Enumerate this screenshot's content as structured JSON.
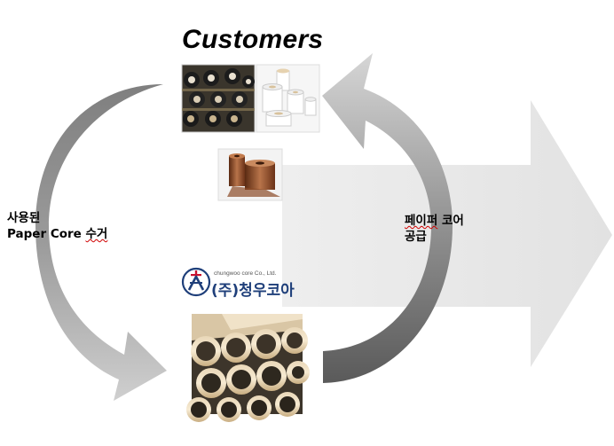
{
  "title": "Customers",
  "left_label": {
    "line1": "사용된",
    "line2_prefix": "Paper Core ",
    "line2_suffix": "수거"
  },
  "right_label": {
    "line1_prefix": "페이퍼",
    "line1_suffix": " 코어",
    "line2": "공급"
  },
  "company": {
    "subtitle": "chungwoo core Co., Ltd.",
    "name": "(주)청우코아"
  },
  "images": [
    {
      "name": "ribbon-rolls-photo",
      "desc": "thermal ribbon rolls"
    },
    {
      "name": "white-rolls-photo",
      "desc": "white paper cores"
    },
    {
      "name": "film-roll-photo",
      "desc": "copper film roll"
    },
    {
      "name": "paper-cores-photo",
      "desc": "stacked paper cores"
    }
  ],
  "colors": {
    "big_arrow": "#ebebeb",
    "cycle_arrow": "#9a9a9a",
    "logo_red": "#c8102e",
    "logo_blue": "#1f3f7a"
  }
}
